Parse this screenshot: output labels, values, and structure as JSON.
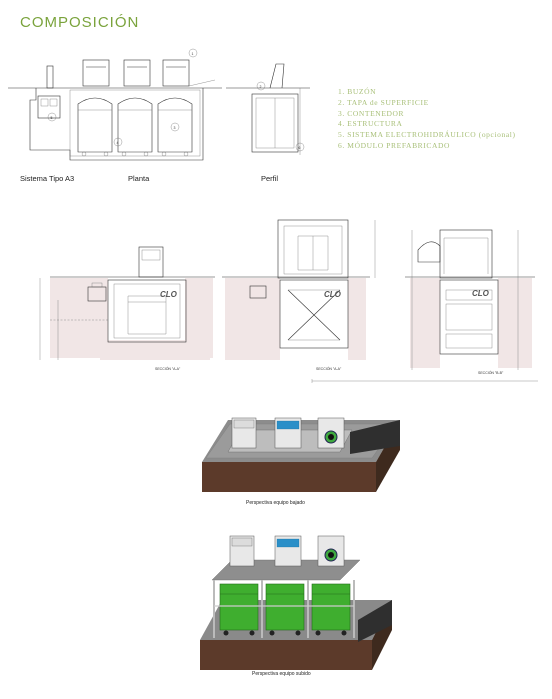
{
  "page": {
    "title": "COMPOSICIÓN"
  },
  "top_drawings": {
    "captions": [
      "Sistema Tipo A3",
      "Planta",
      "Perfil"
    ],
    "callouts": [
      "1",
      "2",
      "3",
      "4",
      "5",
      "6"
    ]
  },
  "legend": {
    "items": [
      "1. BUZÓN",
      "2. TAPA de SUPERFICIE",
      "3. CONTENEDOR",
      "4. ESTRUCTURA",
      "5. SISTEMA ELECTROHIDRÁULICO (opcional)",
      "6. MÓDULO PREFABRICADO"
    ]
  },
  "sections": {
    "labels": [
      "SECCIÓN \"A-A\"",
      "SECCIÓN \"A-A\"",
      "SECCIÓN \"B-B\""
    ],
    "clo_text": "CLO"
  },
  "perspectives": {
    "lowered_caption": "Perspectiva equipo bajado",
    "raised_caption": "Perspectiva equipo subido"
  },
  "colors": {
    "title_green": "#7aa33c",
    "legend_green": "#a9c07a",
    "container_green": "#3fae2f",
    "lid_blue": "#2a8fc8",
    "lid_green": "#3fa93f"
  }
}
